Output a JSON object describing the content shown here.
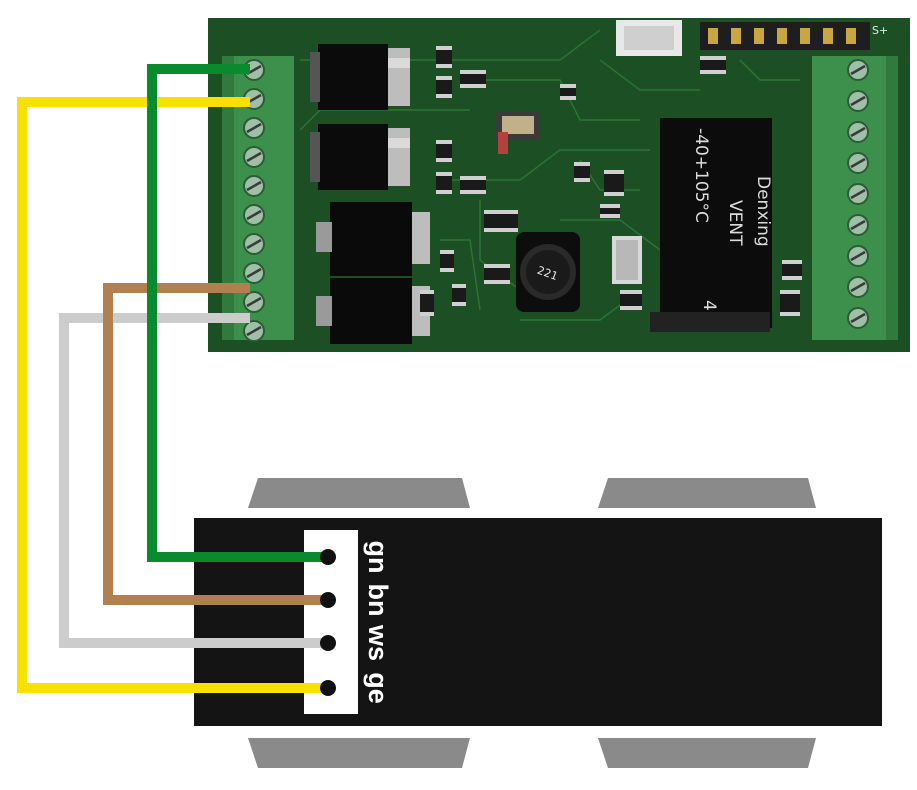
{
  "colors": {
    "green_wire": "#0a8a2e",
    "brown_wire": "#b08050",
    "white_wire": "#cccccc",
    "yellow_wire": "#f8e000",
    "pcb": "#1c4f24",
    "terminal_block": "#3d8f4c",
    "motor_body": "#141414",
    "motor_brush_pad": "#8a8a8a"
  },
  "motor_connections": [
    {
      "label": "gn",
      "wire_color": "green",
      "terminal": 1
    },
    {
      "label": "bn",
      "wire_color": "brown",
      "terminal": 9
    },
    {
      "label": "ws",
      "wire_color": "white",
      "terminal": 10
    },
    {
      "label": "ge",
      "wire_color": "yellow",
      "terminal": 2
    }
  ],
  "relay_text": {
    "brand": "Denxing",
    "line1": "VENT",
    "line2": "-40+105°C",
    "suffix": "4"
  },
  "inductor_text": "221",
  "header_mark": "S+",
  "left_terminal_count": 10,
  "right_terminal_count": 9
}
